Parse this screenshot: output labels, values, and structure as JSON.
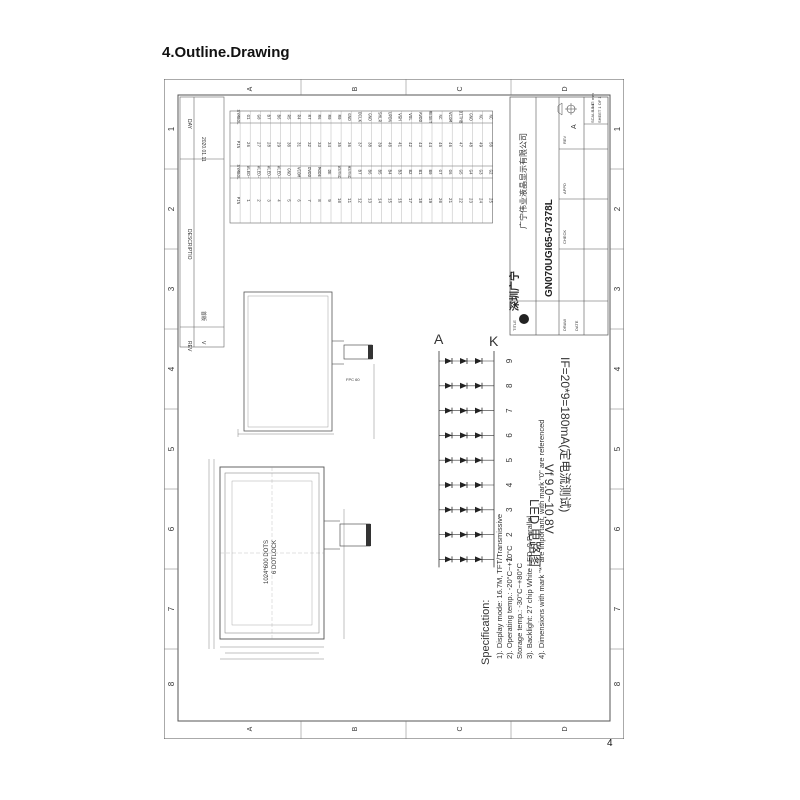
{
  "page": {
    "heading": "4.Outline.Drawing",
    "page_number": "4"
  },
  "frame": {
    "top_letters": [
      "A",
      "B",
      "C",
      "D"
    ],
    "side_numbers": [
      "1",
      "2",
      "3",
      "4",
      "5",
      "6",
      "7",
      "8"
    ]
  },
  "revision": {
    "headers": [
      "REV",
      "DESCRIPTIO",
      "DAY"
    ],
    "row": {
      "rev": "V",
      "desc": "首版",
      "day": "2020.01.11"
    }
  },
  "pins": {
    "header": [
      "PIN",
      "SYMBOL",
      "PIN",
      "SYMBOL"
    ],
    "rows": [
      [
        "1",
        "VLED-",
        "26",
        "G1"
      ],
      [
        "2",
        "VLED-",
        "27",
        "G0"
      ],
      [
        "3",
        "VLED-",
        "28",
        "B7"
      ],
      [
        "4",
        "VLED-",
        "29",
        "B6"
      ],
      [
        "5",
        "GND",
        "30",
        "R5"
      ],
      [
        "6",
        "VCOM",
        "31",
        "R4"
      ],
      [
        "7",
        "DVDD",
        "32",
        "R7"
      ],
      [
        "8",
        "MODE",
        "33",
        "R6"
      ],
      [
        "9",
        "DE",
        "34",
        "R0"
      ],
      [
        "10",
        "VSYNC",
        "35",
        "R0"
      ],
      [
        "11",
        "HSYNC",
        "36",
        "GND"
      ],
      [
        "12",
        "B7",
        "37",
        "DCLK"
      ],
      [
        "13",
        "B6",
        "38",
        "GND"
      ],
      [
        "14",
        "B5",
        "39",
        "SHLR"
      ],
      [
        "15",
        "B4",
        "40",
        "UPDN"
      ],
      [
        "16",
        "B3",
        "41",
        "VGH"
      ],
      [
        "17",
        "B2",
        "42",
        "VGL"
      ],
      [
        "18",
        "B1",
        "43",
        "AVDD"
      ],
      [
        "19",
        "B0",
        "44",
        "RESET"
      ],
      [
        "20",
        "G7",
        "45",
        "NC"
      ],
      [
        "21",
        "G6",
        "46",
        "VCOM"
      ],
      [
        "22",
        "G5",
        "47",
        "DITHB"
      ],
      [
        "23",
        "G4",
        "48",
        "GND"
      ],
      [
        "24",
        "G3",
        "49",
        "NC"
      ],
      [
        "25",
        "G2",
        "50",
        "NC"
      ]
    ]
  },
  "title_block": {
    "company": "广宁伟业液晶显示有限公司",
    "logo_text": "深圳广宁",
    "model": "GN070UGI65-07378L",
    "rev_letter": "A",
    "sheet": "SHEET 1 OF 1",
    "scale": "SCALE 1:1",
    "unit": "UNIT: mm",
    "labels": [
      "TITLE",
      "DRAW",
      "CHECK",
      "APPD",
      "DATE",
      "REV"
    ]
  },
  "circuit": {
    "anode_label": "A",
    "cathode_label": "K",
    "string_numbers": [
      "1",
      "2",
      "3",
      "4",
      "5",
      "6",
      "7",
      "8",
      "9"
    ],
    "title": "LED 电路图",
    "vf": "Vf 9.0~10.8V",
    "if": "IF=20*9=180mA(定电流测试)"
  },
  "drawing": {
    "label_top": "1024*600 DOTS",
    "label_bottom": "6 DOTLOCK",
    "dim_label": "FPC 60"
  },
  "specification": {
    "title": "Specification:",
    "items": [
      "1). Display mode: 16.7M, TFT/Transmissive",
      "2). Operating temp.: -20°C~+70°C",
      "    Storage temp.: -30°C~+80°C",
      "3). Backlight: 27 chip White LED ,9 Parallel",
      "4). Dimensions with mark \"*\" are important, with mark \"0\" are referenced"
    ]
  }
}
